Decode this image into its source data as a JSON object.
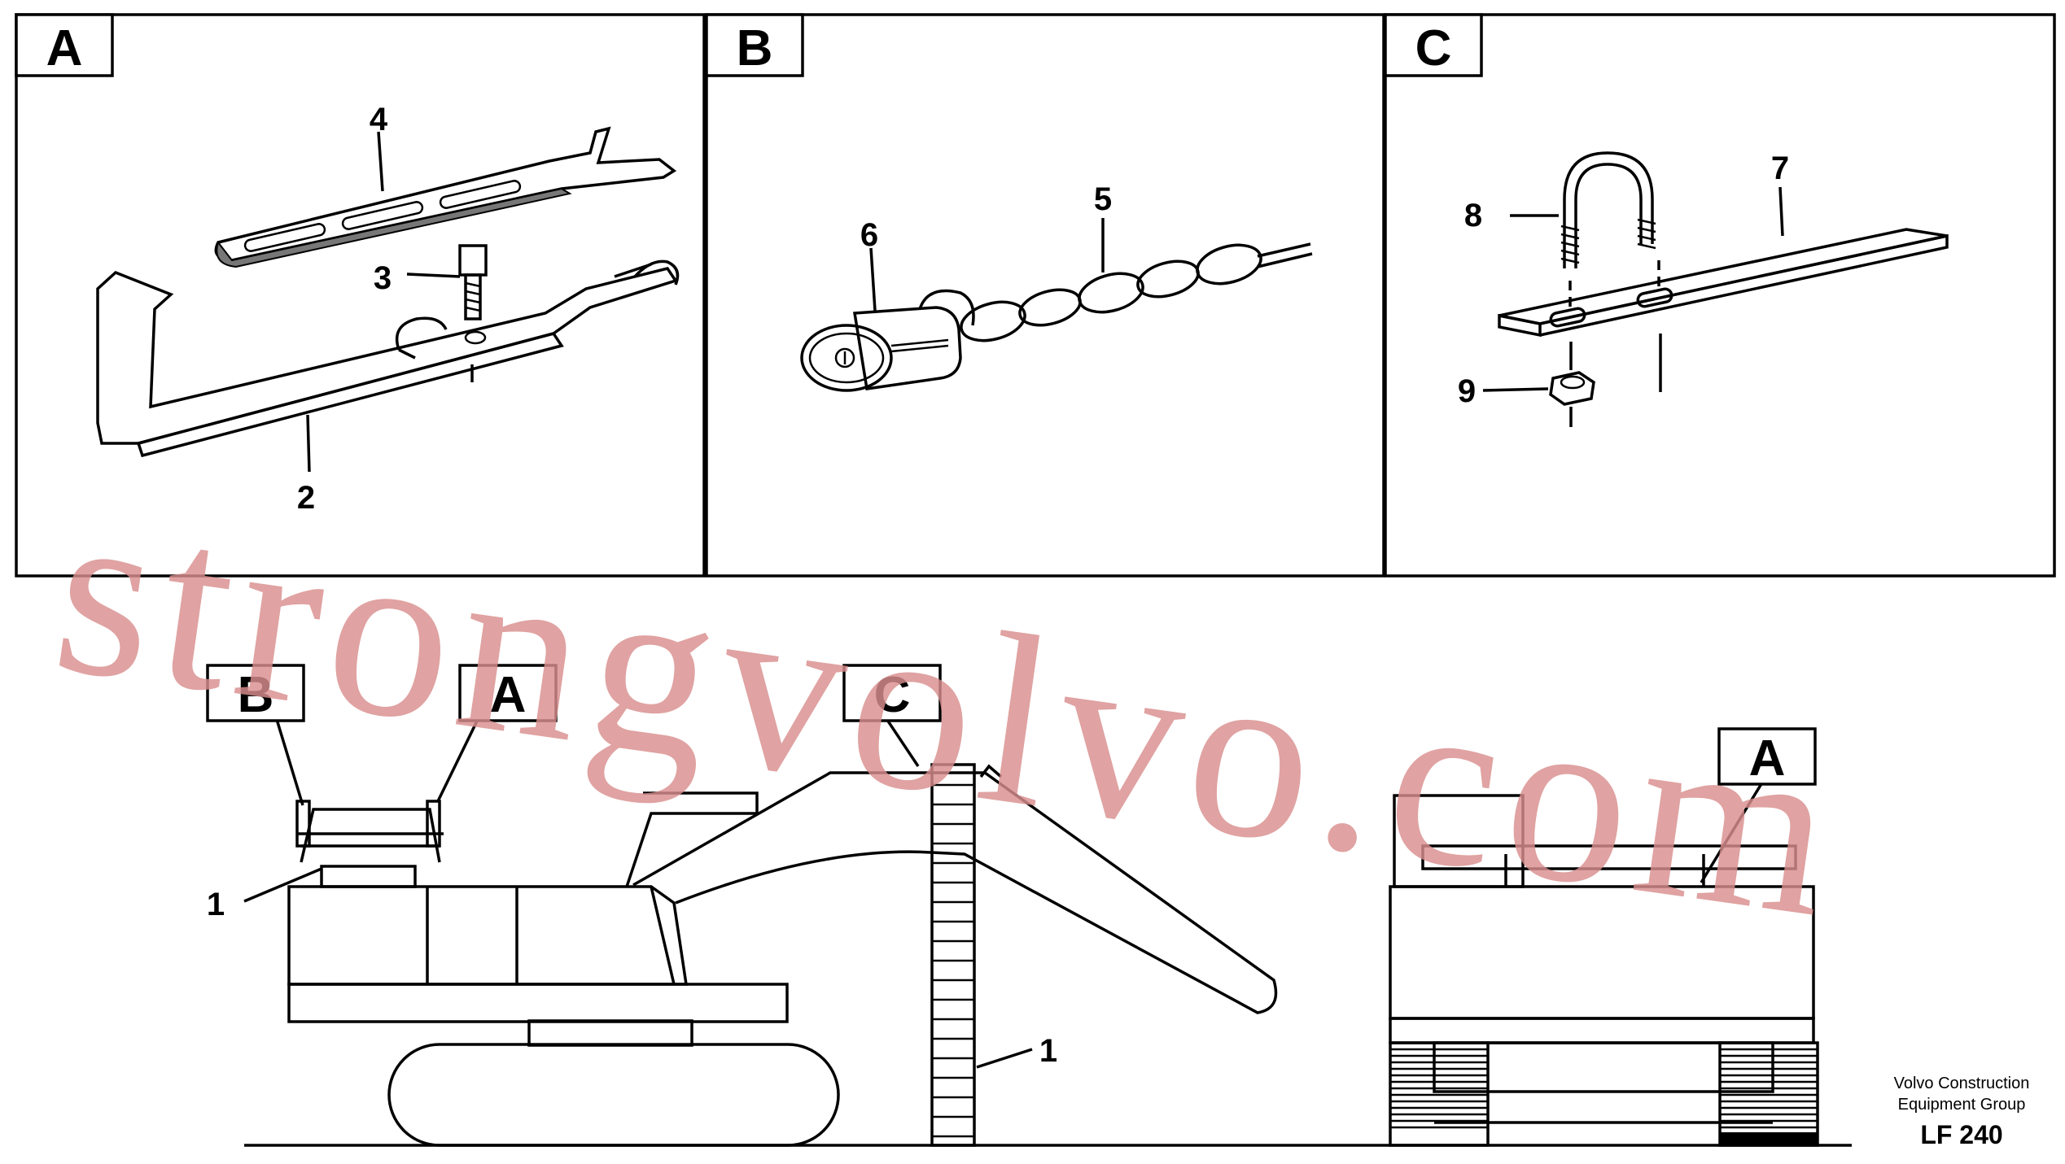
{
  "panels": [
    {
      "tag": "A"
    },
    {
      "tag": "B"
    },
    {
      "tag": "C"
    }
  ],
  "callouts": {
    "panel_a": [
      "4",
      "3",
      "2"
    ],
    "panel_b": [
      "6",
      "5"
    ],
    "panel_c": [
      "8",
      "7",
      "9"
    ]
  },
  "machine_view": {
    "tags": [
      "B",
      "A",
      "C",
      "A"
    ],
    "callouts": [
      "1",
      "1"
    ]
  },
  "credit": {
    "line1": "Volvo Construction",
    "line2": "Equipment Group",
    "code": "LF 240"
  },
  "watermark": "strongvolvo.com"
}
